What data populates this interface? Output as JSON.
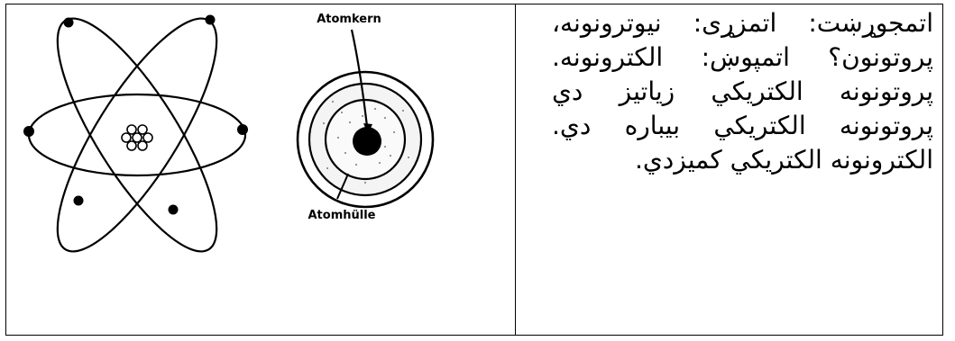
{
  "figure": {
    "label_nucleus": "Atomkern",
    "label_shell": "Atomhülle"
  },
  "text": {
    "body": "اتمجوړښت: اتمزړی: نیوترونونه، پروتونون؟ اتمپوښ: الکترونونه. پروتونونه الکتریکي زیاتیز دي پروتونونه الکتریکي بیباره دي. الکترونونه الکتریکي کمیزدي."
  },
  "colors": {
    "border": "#000000",
    "background": "#ffffff"
  }
}
